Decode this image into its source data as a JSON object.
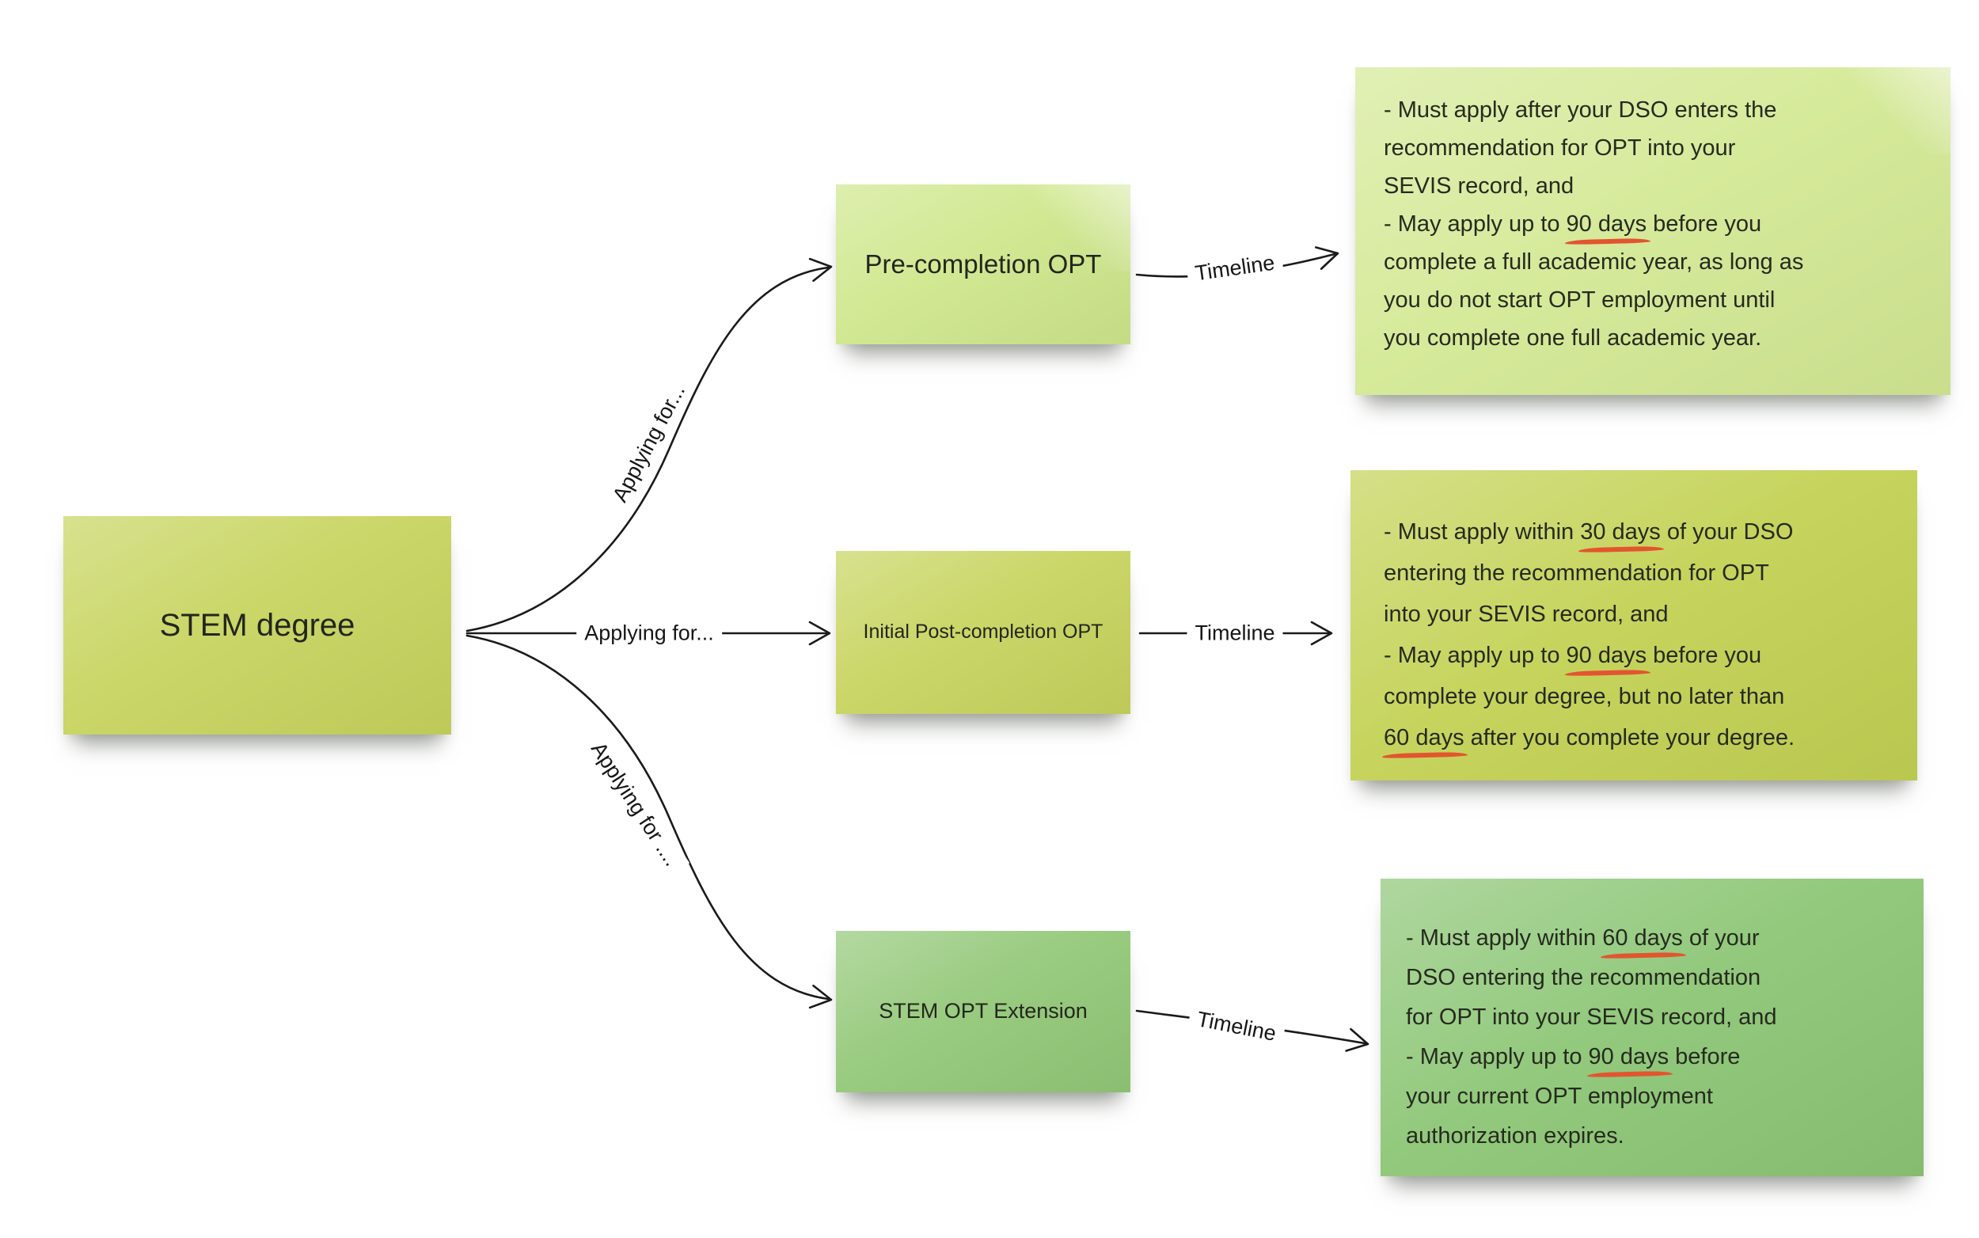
{
  "diagram": {
    "root": {
      "label": "STEM degree"
    },
    "branches": [
      {
        "edge_label": "Applying for...",
        "node": {
          "label": "Pre-completion OPT"
        },
        "timeline_label": "Timeline",
        "detail": {
          "segments": [
            {
              "t": "- Must apply after your DSO enters the\nrecommendation for OPT into your\nSEVIS record, and\n- May apply up to "
            },
            {
              "t": "90 days",
              "u": true
            },
            {
              "t": " before you\ncomplete a full academic year, as long as\nyou do not start OPT employment until\nyou complete one full academic year."
            }
          ]
        }
      },
      {
        "edge_label": "Applying for...",
        "node": {
          "label": "Initial Post-completion OPT"
        },
        "timeline_label": "Timeline",
        "detail": {
          "segments": [
            {
              "t": "- Must apply within "
            },
            {
              "t": "30 days",
              "u": true
            },
            {
              "t": " of your DSO\nentering the recommendation for OPT\ninto your SEVIS record, and\n- May apply up to "
            },
            {
              "t": "90 days",
              "u": true
            },
            {
              "t": " before you\ncomplete your degree, but no later than\n"
            },
            {
              "t": "60 days",
              "u": true
            },
            {
              "t": " after you complete your degree."
            }
          ]
        }
      },
      {
        "edge_label": "Applying for ....",
        "node": {
          "label": "STEM OPT Extension"
        },
        "timeline_label": "Timeline",
        "detail": {
          "segments": [
            {
              "t": "- Must apply within "
            },
            {
              "t": "60 days",
              "u": true
            },
            {
              "t": " of your\nDSO entering the recommendation\nfor OPT into your SEVIS record, and\n- May apply up to "
            },
            {
              "t": "90 days",
              "u": true
            },
            {
              "t": " before\nyour current OPT employment\nauthorization expires."
            }
          ]
        }
      }
    ],
    "colors": {
      "background": "#ffffff",
      "ink": "#1a1a1a",
      "underline": "#e2552f",
      "note_stem": "#c7d45e",
      "note_pre_completion": "#cfe78c",
      "note_initial_post": "#c7d45e",
      "note_stem_opt_extension": "#93c878",
      "note_detail_pre": "#d4e995",
      "note_detail_initial": "#c3d254",
      "note_detail_extension": "#8cc675"
    }
  }
}
